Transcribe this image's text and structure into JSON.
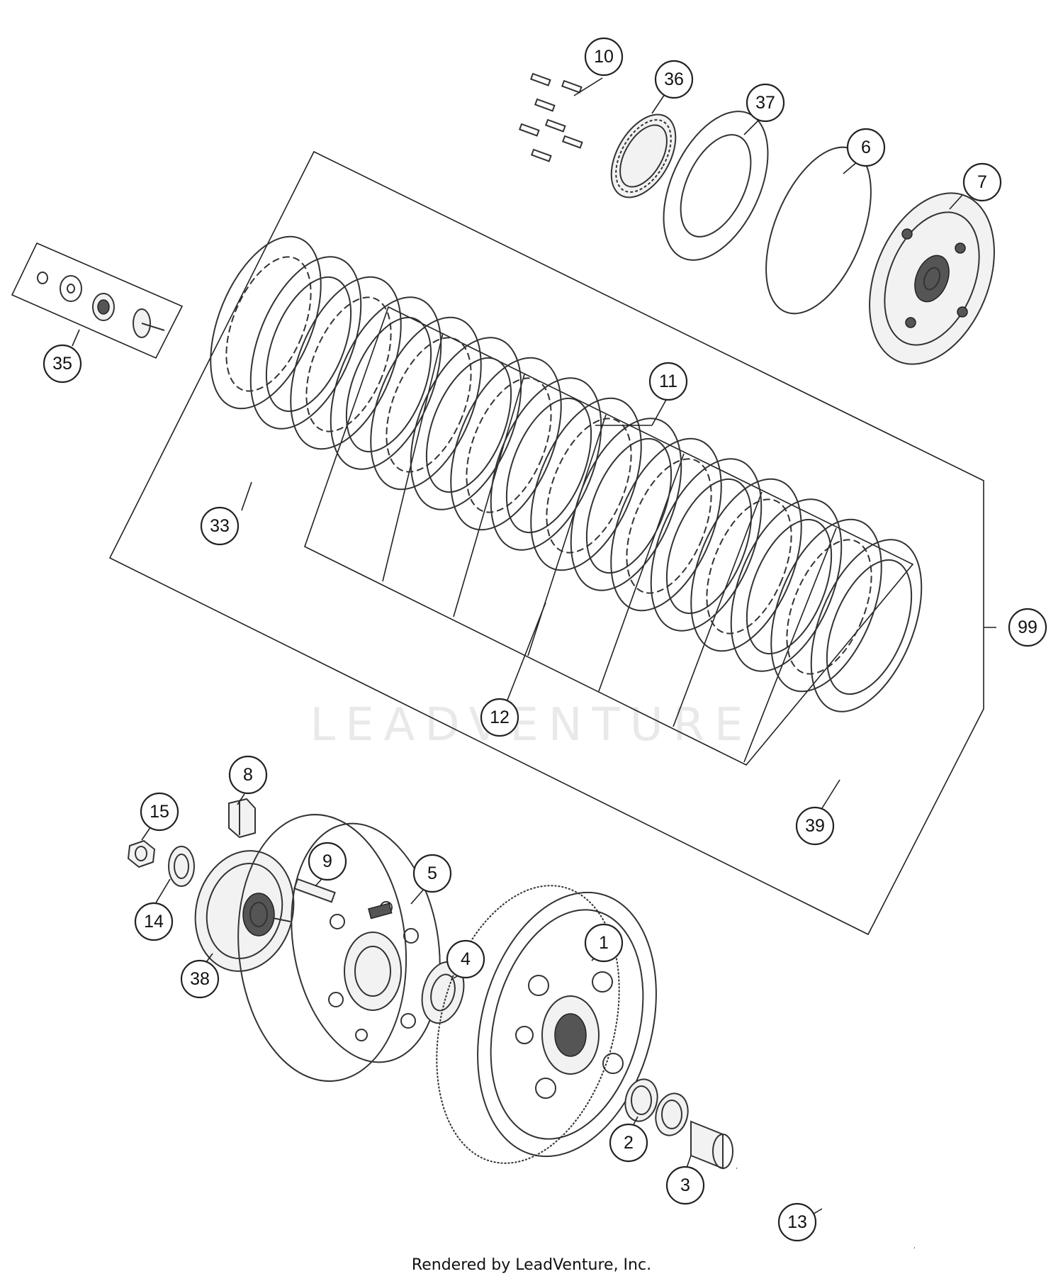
{
  "watermark": "LEADVENTURE",
  "footer": "Rendered by LeadVenture, Inc.",
  "callouts": [
    {
      "id": "p1",
      "label": "1"
    },
    {
      "id": "p2",
      "label": "2"
    },
    {
      "id": "p3",
      "label": "3"
    },
    {
      "id": "p4",
      "label": "4"
    },
    {
      "id": "p5",
      "label": "5"
    },
    {
      "id": "p6",
      "label": "6"
    },
    {
      "id": "p7",
      "label": "7"
    },
    {
      "id": "p8",
      "label": "8"
    },
    {
      "id": "p9",
      "label": "9"
    },
    {
      "id": "p10",
      "label": "10"
    },
    {
      "id": "p11",
      "label": "11"
    },
    {
      "id": "p12",
      "label": "12"
    },
    {
      "id": "p13",
      "label": "13"
    },
    {
      "id": "p14",
      "label": "14"
    },
    {
      "id": "p15",
      "label": "15"
    },
    {
      "id": "p33",
      "label": "33"
    },
    {
      "id": "p35",
      "label": "35"
    },
    {
      "id": "p36",
      "label": "36"
    },
    {
      "id": "p37",
      "label": "37"
    },
    {
      "id": "p38",
      "label": "38"
    },
    {
      "id": "p39",
      "label": "39"
    },
    {
      "id": "p99",
      "label": "99"
    }
  ]
}
